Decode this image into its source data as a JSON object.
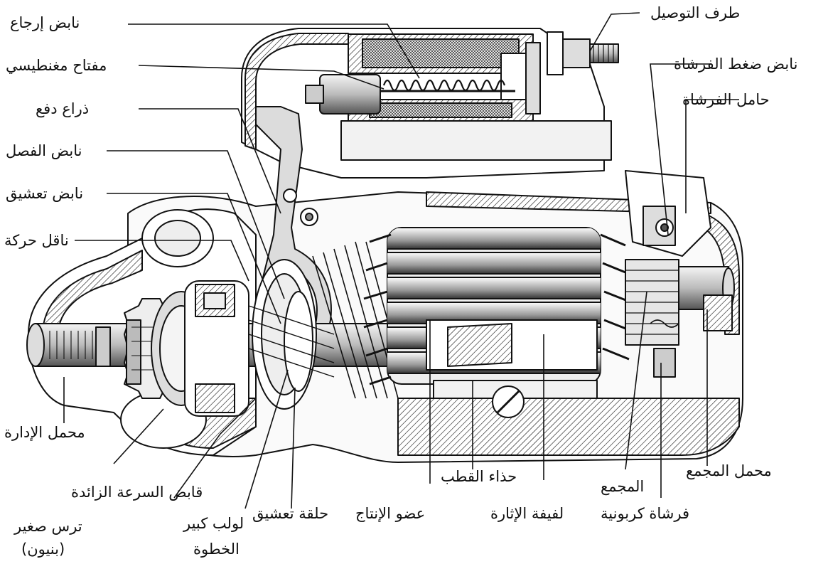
{
  "labels": {
    "return_spring": "نابض إرجاع",
    "magnetic_switch": "مفتاح مغنطيسي",
    "push_lever": "ذراع دفع",
    "disengage_spring": "نابض الفصل",
    "engage_spring": "نابض تعشيق",
    "motion_transmitter": "ناقل حركة",
    "drive_bearing": "محمل الإدارة",
    "overrun_clutch": "قابض السرعة الزائدة",
    "small_gear_line1": "ترس صغير",
    "small_gear_line2": "(بنيون)",
    "large_pitch_screw_line1": "لولب كبير",
    "large_pitch_screw_line2": "الخطوة",
    "engage_ring": "حلقة تعشيق",
    "armature": "عضو الإنتاج",
    "pole_shoe": "حذاء القطب",
    "field_coil": "لفيفة الإثارة",
    "commutator": "المجمع",
    "carbon_brush": "فرشاة كربونية",
    "commutator_bearing": "محمل المجمع",
    "terminal": "طرف التوصيل",
    "brush_pressure_spring": "نابض ضغط الفرشاة",
    "brush_holder": "حامل الفرشاة"
  }
}
